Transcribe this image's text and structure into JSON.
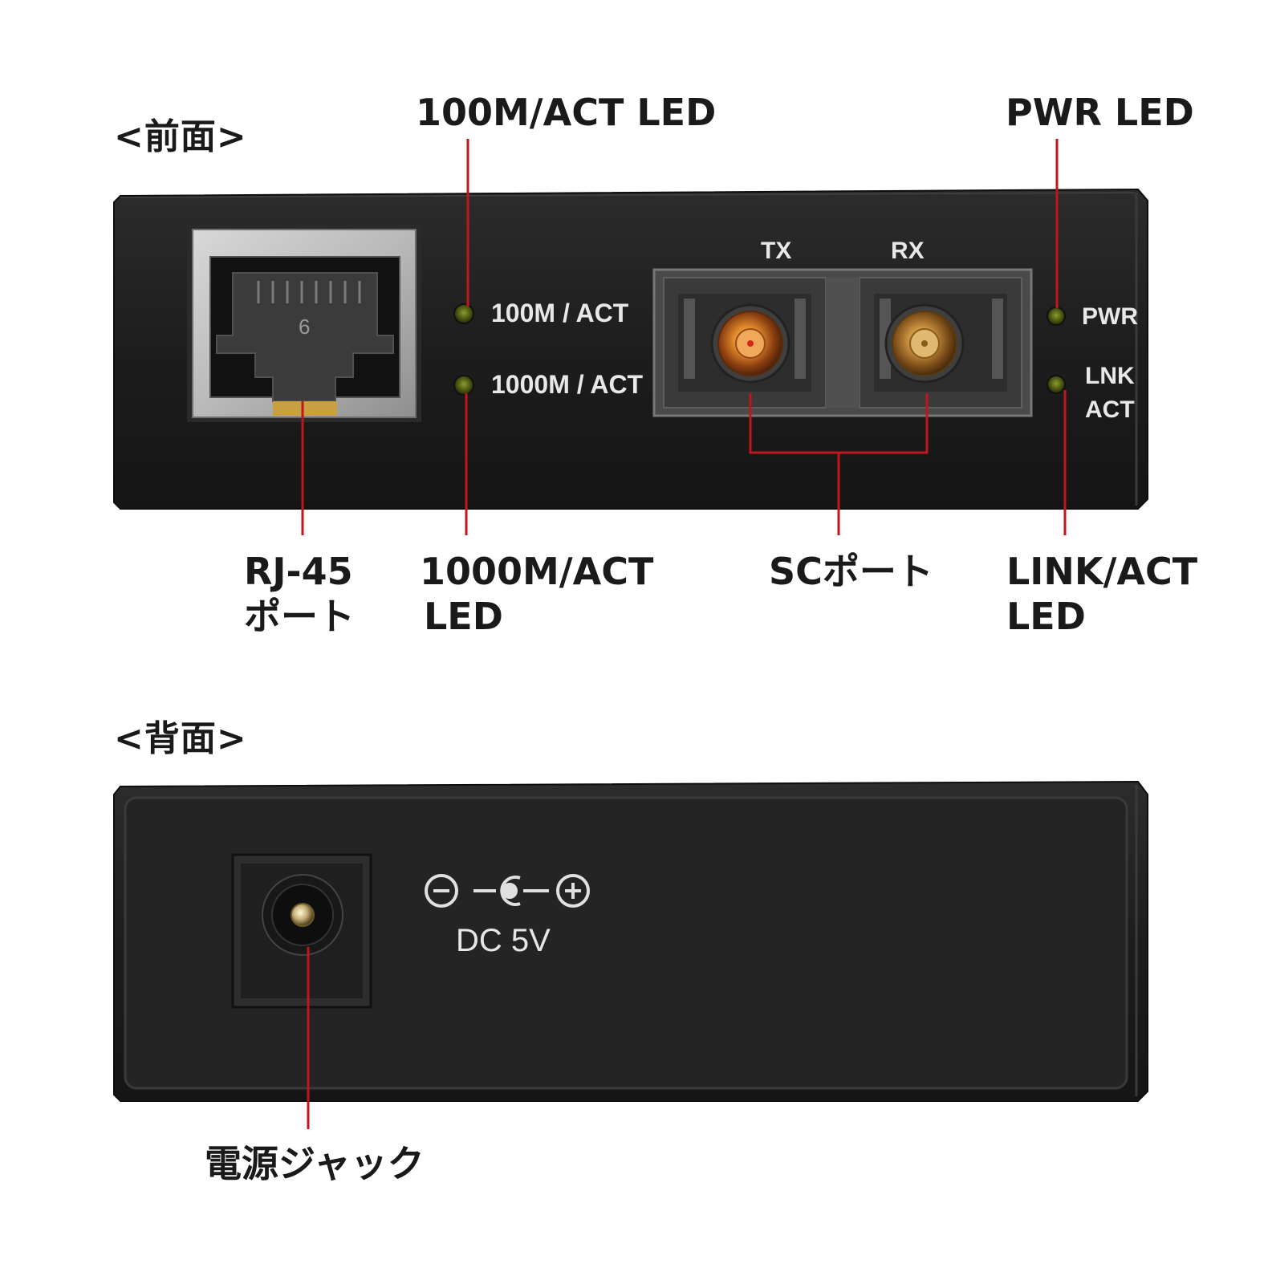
{
  "front": {
    "title": "<前面>",
    "panel_labels": {
      "led_100m": "100M / ACT",
      "led_1000m": "1000M / ACT",
      "tx": "TX",
      "rx": "RX",
      "pwr": "PWR",
      "lnk": "LNK",
      "act": "ACT",
      "rj45_number": "6"
    },
    "callouts": {
      "led_100m": "100M/ACT LED",
      "pwr_led": "PWR LED",
      "rj45_line1": "RJ-45",
      "rj45_line2": "ポート",
      "led_1000m_line1": "1000M/ACT",
      "led_1000m_line2": "LED",
      "sc_port": "SCポート",
      "link_line1": "LINK/ACT",
      "link_line2": "LED"
    }
  },
  "back": {
    "title": "<背面>",
    "polarity_symbol": "⊖ -◐- ⊕",
    "dc_label": "DC 5V",
    "callouts": {
      "power_jack": "電源ジャック"
    }
  },
  "colors": {
    "leader_line": "#c0161f",
    "chassis": "#222222",
    "led_green": "#5b6a18",
    "fiber_orange": "#c8761f"
  }
}
